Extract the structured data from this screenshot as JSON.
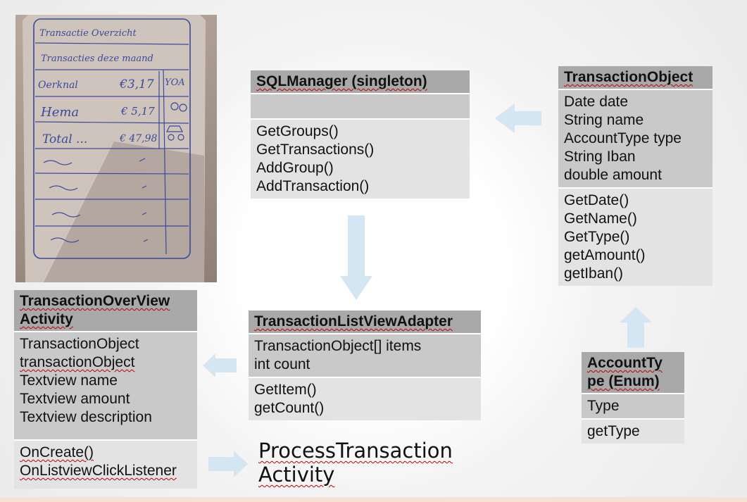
{
  "sketch": {
    "title": "Transactie Overzicht",
    "subtitle": "Transacties deze maand",
    "rows": [
      {
        "name": "Oerknal",
        "amount": "€3,17",
        "extra": "YOA"
      },
      {
        "name": "Hema",
        "amount": "€ 5,17",
        "extra": ""
      },
      {
        "name": "Total ...",
        "amount": "€ 47,98",
        "extra": ""
      }
    ]
  },
  "sql_manager": {
    "title": "SQLManager (singleton)",
    "attributes": [],
    "methods": [
      "GetGroups()",
      "GetTransactions()",
      "AddGroup()",
      "AddTransaction()"
    ]
  },
  "transaction_object": {
    "title": "TransactionObject",
    "attributes": [
      "Date date",
      "String name",
      "AccountType type",
      "String Iban",
      "double amount"
    ],
    "methods": [
      "GetDate()",
      "GetName()",
      "GetType()",
      "getAmount()",
      "getIban()"
    ]
  },
  "overview_activity": {
    "title_line1": "TransactionOverView",
    "title_line2": "Activity",
    "attributes": [
      "TransactionObject",
      "transactionObject",
      "Textview name",
      "Textview amount",
      "Textview description"
    ],
    "methods": [
      "OnCreate()",
      "OnListviewClickListener"
    ]
  },
  "list_adapter": {
    "title": "TransactionListViewAdapter",
    "attributes": [
      "TransactionObject[] items",
      "int count"
    ],
    "methods": [
      "GetItem()",
      "getCount()"
    ]
  },
  "account_type": {
    "title_line1": "AccountTy",
    "title_line2": "pe (Enum)",
    "attributes": [
      "Type"
    ],
    "methods": [
      "getType"
    ]
  },
  "process_activity": {
    "line1": "ProcessTransaction",
    "line2": "Activity"
  },
  "colors": {
    "header": "#a9a9a9",
    "attr_section": "#c9c9c9",
    "method_section": "#e3e3e3",
    "arrow": "#d5e6f3"
  }
}
